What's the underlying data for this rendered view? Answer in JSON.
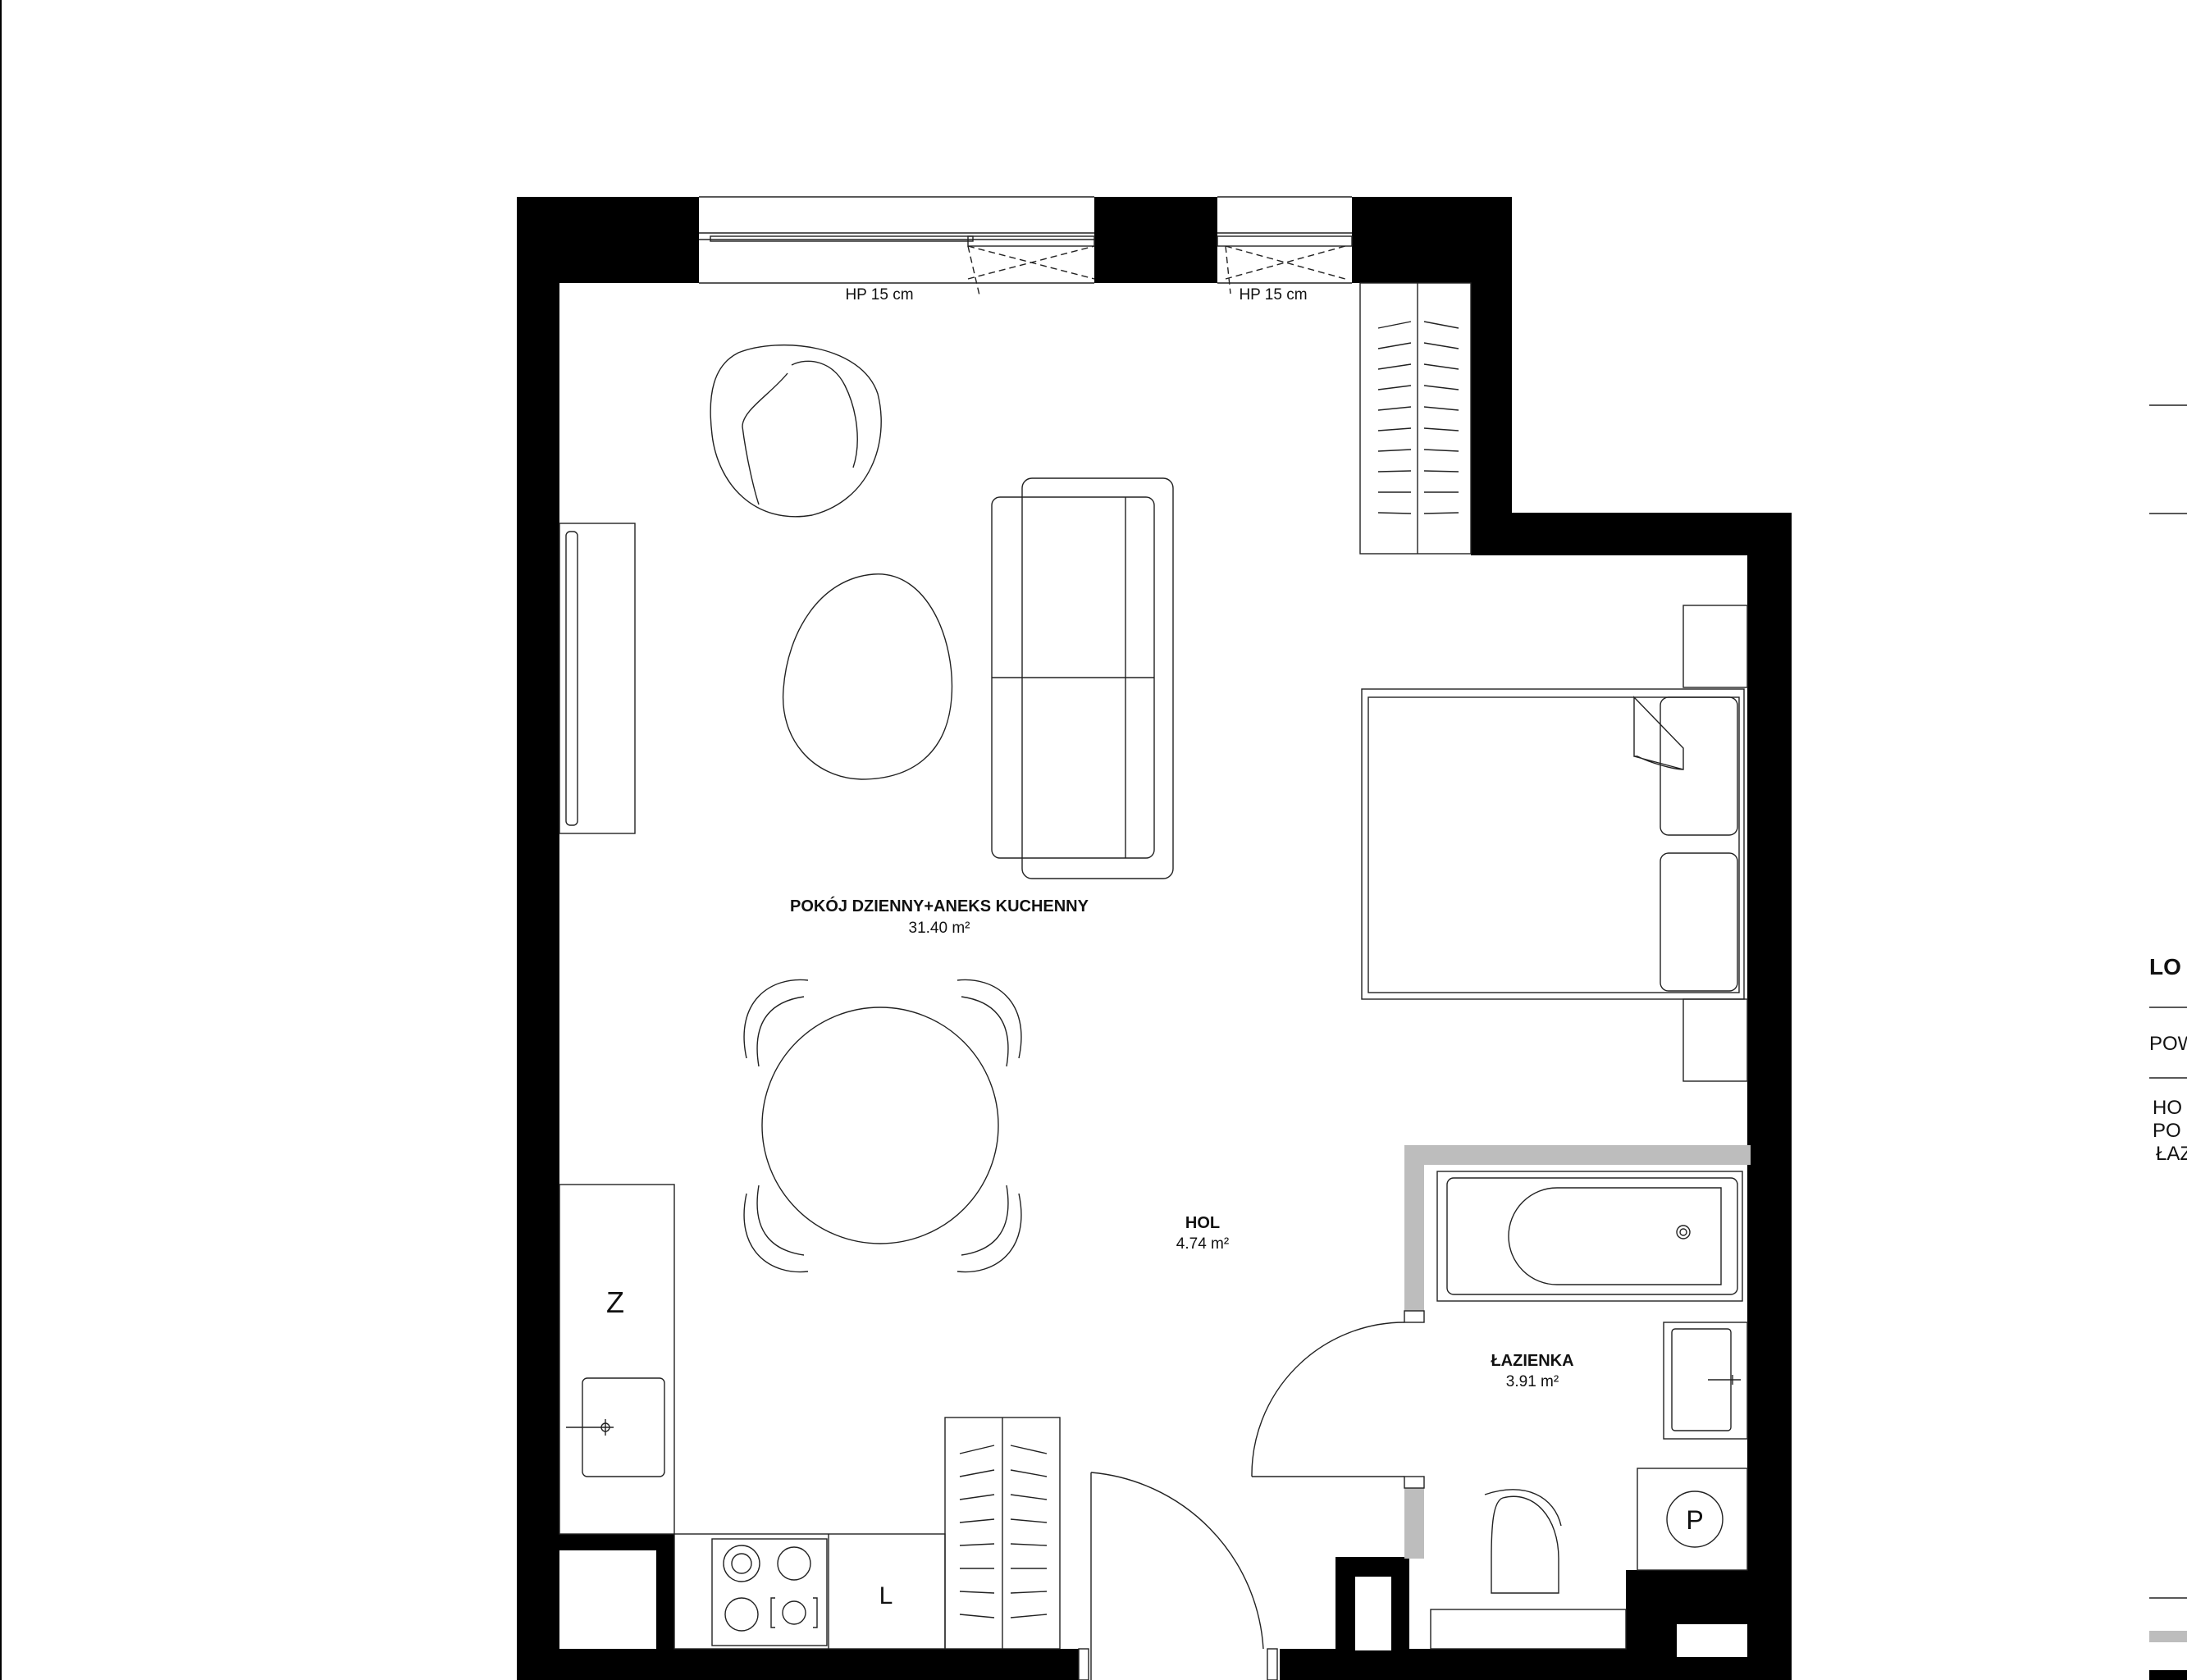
{
  "rooms": {
    "living": {
      "name": "POKÓJ DZIENNY+ANEKS KUCHENNY",
      "area": "31.40 m²"
    },
    "hall": {
      "name": "HOL",
      "area": "4.74 m²"
    },
    "bathroom": {
      "name": "ŁAZIENKA",
      "area": "3.91 m²"
    }
  },
  "window_notes": [
    "HP 15 cm",
    "HP 15 cm"
  ],
  "fixture_marks": {
    "fridge": "Z",
    "dishwasher": "L",
    "washer": "P"
  },
  "legend_cropped": {
    "title": "LO",
    "subtitle": "POW",
    "rows": [
      "HO",
      "PO",
      "ŁAZ"
    ]
  }
}
